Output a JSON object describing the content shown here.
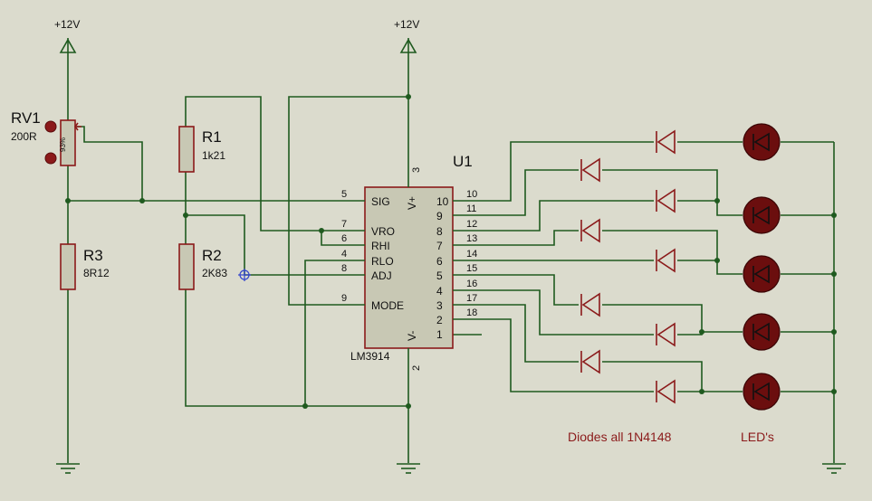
{
  "power": {
    "vcc_left": "+12V",
    "vcc_mid": "+12V"
  },
  "rv1": {
    "ref": "RV1",
    "value": "200R",
    "wiper": "93%"
  },
  "r1": {
    "ref": "R1",
    "value": "1k21"
  },
  "r2": {
    "ref": "R2",
    "value": "2K83"
  },
  "r3": {
    "ref": "R3",
    "value": "8R12"
  },
  "u1": {
    "ref": "U1",
    "part": "LM3914",
    "left_pins": [
      {
        "num": "5",
        "name": "SIG"
      },
      {
        "num": "7",
        "name": "VRO"
      },
      {
        "num": "6",
        "name": "RHI"
      },
      {
        "num": "4",
        "name": "RLO"
      },
      {
        "num": "8",
        "name": "ADJ"
      },
      {
        "num": "9",
        "name": "MODE"
      }
    ],
    "right_pins": [
      "10",
      "11",
      "12",
      "13",
      "14",
      "15",
      "16",
      "17",
      "18"
    ],
    "right_labels": [
      "10",
      "9",
      "8",
      "7",
      "6",
      "5",
      "4",
      "3",
      "2",
      "1"
    ],
    "top_pin": "3",
    "top_label": "V+",
    "bottom_pin": "2",
    "bottom_label": "V-"
  },
  "notes": {
    "diodes": "Diodes all 1N4148",
    "leds": "LED's"
  }
}
